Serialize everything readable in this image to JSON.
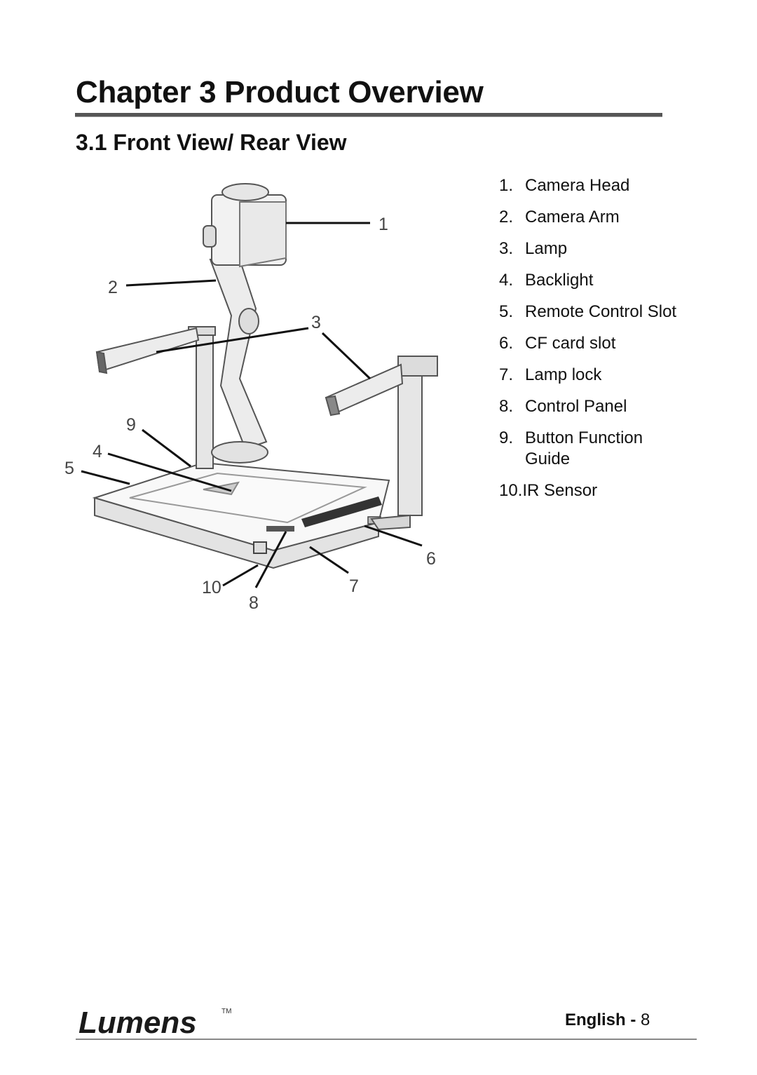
{
  "page": {
    "chapter_title": "Chapter 3 Product Overview",
    "section_title": "3.1 Front View/ Rear View"
  },
  "figure": {
    "subject": "document camera illustration",
    "callouts": [
      "1",
      "2",
      "3",
      "4",
      "5",
      "6",
      "7",
      "8",
      "9",
      "10"
    ]
  },
  "parts_list": [
    {
      "num": "1.",
      "label": "Camera Head"
    },
    {
      "num": "2.",
      "label": "Camera Arm"
    },
    {
      "num": "3.",
      "label": "Lamp"
    },
    {
      "num": "4.",
      "label": "Backlight"
    },
    {
      "num": "5.",
      "label": "Remote Control Slot"
    },
    {
      "num": "6.",
      "label": "CF card slot"
    },
    {
      "num": "7.",
      "label": "Lamp lock"
    },
    {
      "num": "8.",
      "label": "Control Panel"
    },
    {
      "num": "9.",
      "label": "Button Function Guide"
    },
    {
      "num": "10.",
      "label": "IR Sensor"
    }
  ],
  "footer": {
    "logo_text": "Lumens",
    "trademark": "TM",
    "language": "English",
    "separator": " - ",
    "page_number": "8"
  }
}
